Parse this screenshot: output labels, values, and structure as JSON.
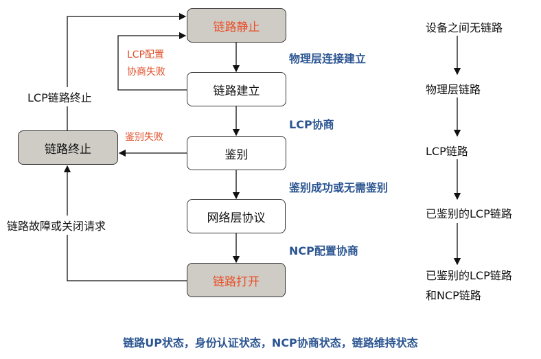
{
  "states": {
    "dead": "链路静止",
    "establish": "链路建立",
    "authenticate": "鉴别",
    "network": "网络层协议",
    "open": "链路打开",
    "terminate": "链路终止"
  },
  "transitions": {
    "physical_up": "物理层连接建立",
    "lcp_negotiate": "LCP协商",
    "auth_ok": "鉴别成功或无需鉴别",
    "ncp_negotiate": "NCP配置协商",
    "lcp_fail_line1": "LCP配置",
    "lcp_fail_line2": "协商失败",
    "auth_fail": "鉴别失败",
    "lcp_terminate": "LCP链路终止",
    "link_fault": "链路故障或关闭请求"
  },
  "link_status": {
    "s1": "设备之间无链路",
    "s2": "物理层链路",
    "s3": "LCP链路",
    "s4": "已鉴别的LCP链路",
    "s5_line1": "已鉴别的LCP链路",
    "s5_line2": "和NCP链路"
  },
  "footer": "链路UP状态，身份认证状态，NCP协商状态，链路维持状态",
  "colors": {
    "state_gray": "#cfccc6",
    "highlight": "#e8502a",
    "blue": "#2b5591"
  }
}
